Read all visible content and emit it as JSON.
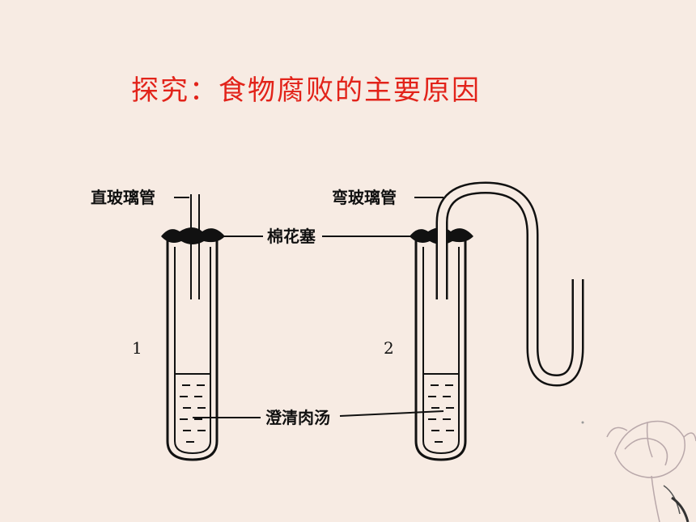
{
  "title": {
    "text": "探究：食物腐败的主要原因",
    "color": "#e2231a"
  },
  "labels": {
    "straight_tube": "直玻璃管",
    "bent_tube": "弯玻璃管",
    "cotton_plug": "棉花塞",
    "broth": "澄清肉汤"
  },
  "flasks": [
    {
      "number": "1"
    },
    {
      "number": "2"
    }
  ],
  "decoration": {
    "icon": "lotus-flower-icon",
    "color": "#c8b8b8"
  }
}
